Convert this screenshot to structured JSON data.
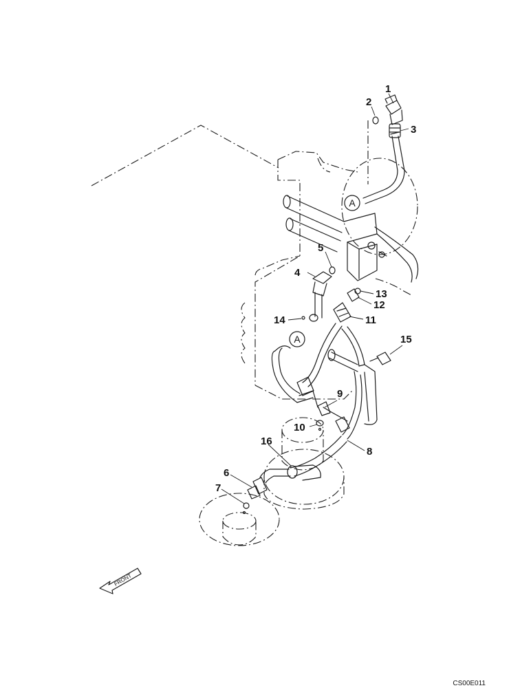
{
  "diagram": {
    "callouts": [
      {
        "id": "1",
        "label": "1"
      },
      {
        "id": "2",
        "label": "2"
      },
      {
        "id": "3",
        "label": "3"
      },
      {
        "id": "4",
        "label": "4"
      },
      {
        "id": "5",
        "label": "5"
      },
      {
        "id": "6",
        "label": "6"
      },
      {
        "id": "7",
        "label": "7"
      },
      {
        "id": "8",
        "label": "8"
      },
      {
        "id": "9",
        "label": "9"
      },
      {
        "id": "10",
        "label": "10"
      },
      {
        "id": "11",
        "label": "11"
      },
      {
        "id": "12",
        "label": "12"
      },
      {
        "id": "13",
        "label": "13"
      },
      {
        "id": "14",
        "label": "14"
      },
      {
        "id": "15",
        "label": "15"
      },
      {
        "id": "16",
        "label": "16"
      }
    ],
    "reference_markers": [
      "A",
      "A"
    ],
    "front_arrow_label": "FRONT",
    "drawing_code": "CS00E011"
  }
}
